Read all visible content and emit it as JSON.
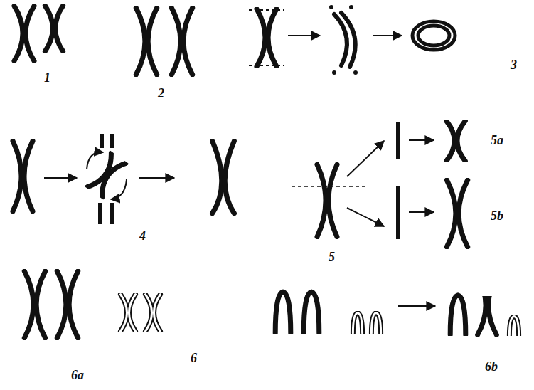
{
  "diagram": {
    "labels": [
      "1",
      "2",
      "3",
      "4",
      "5a",
      "5",
      "5b",
      "6a",
      "6",
      "6b"
    ]
  }
}
